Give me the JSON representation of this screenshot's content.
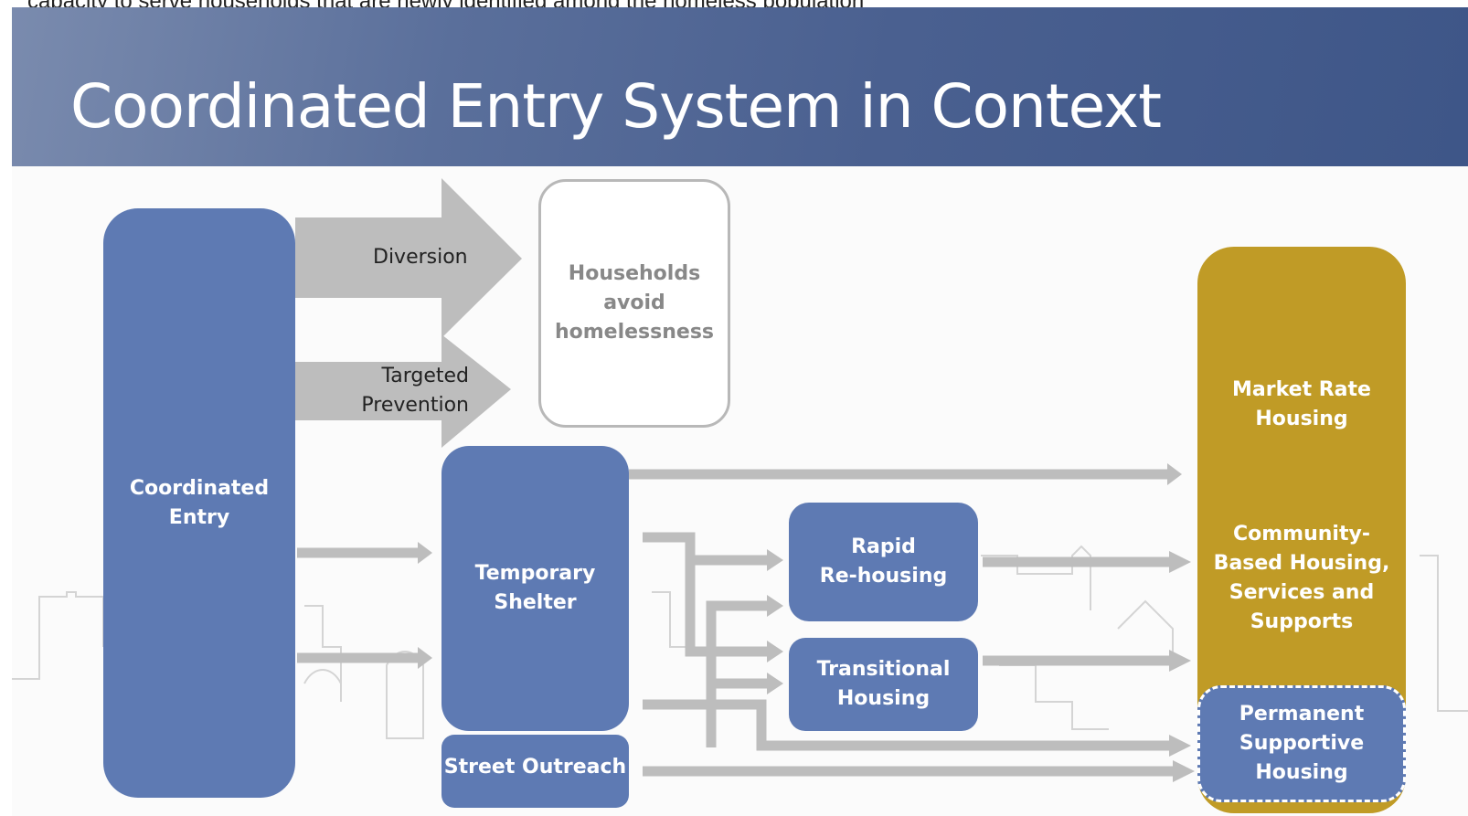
{
  "title": "Coordinated Entry System in Context",
  "top_strip_text": "capacity to serve households that are newly identified among the homeless population",
  "nodes": {
    "coordinated_entry": "Coordinated\nEntry",
    "households_avoid": "Households\navoid\nhomelessness",
    "temporary_shelter": "Temporary\nShelter",
    "street_outreach": "Street Outreach",
    "rapid_rehousing": "Rapid\nRe-housing",
    "transitional_housing": "Transitional\nHousing",
    "market_rate": "Market Rate\nHousing",
    "community_based": "Community-\nBased Housing,\nServices and\nSupports",
    "permanent_supportive": "Permanent\nSupportive\nHousing"
  },
  "arrows": {
    "diversion": "Diversion",
    "targeted_prevention": "Targeted\nPrevention"
  },
  "colors": {
    "banner": "#4a6090",
    "node_blue": "#5e7ab3",
    "node_gold": "#c09b26",
    "arrow_gray": "#bdbdbd"
  }
}
